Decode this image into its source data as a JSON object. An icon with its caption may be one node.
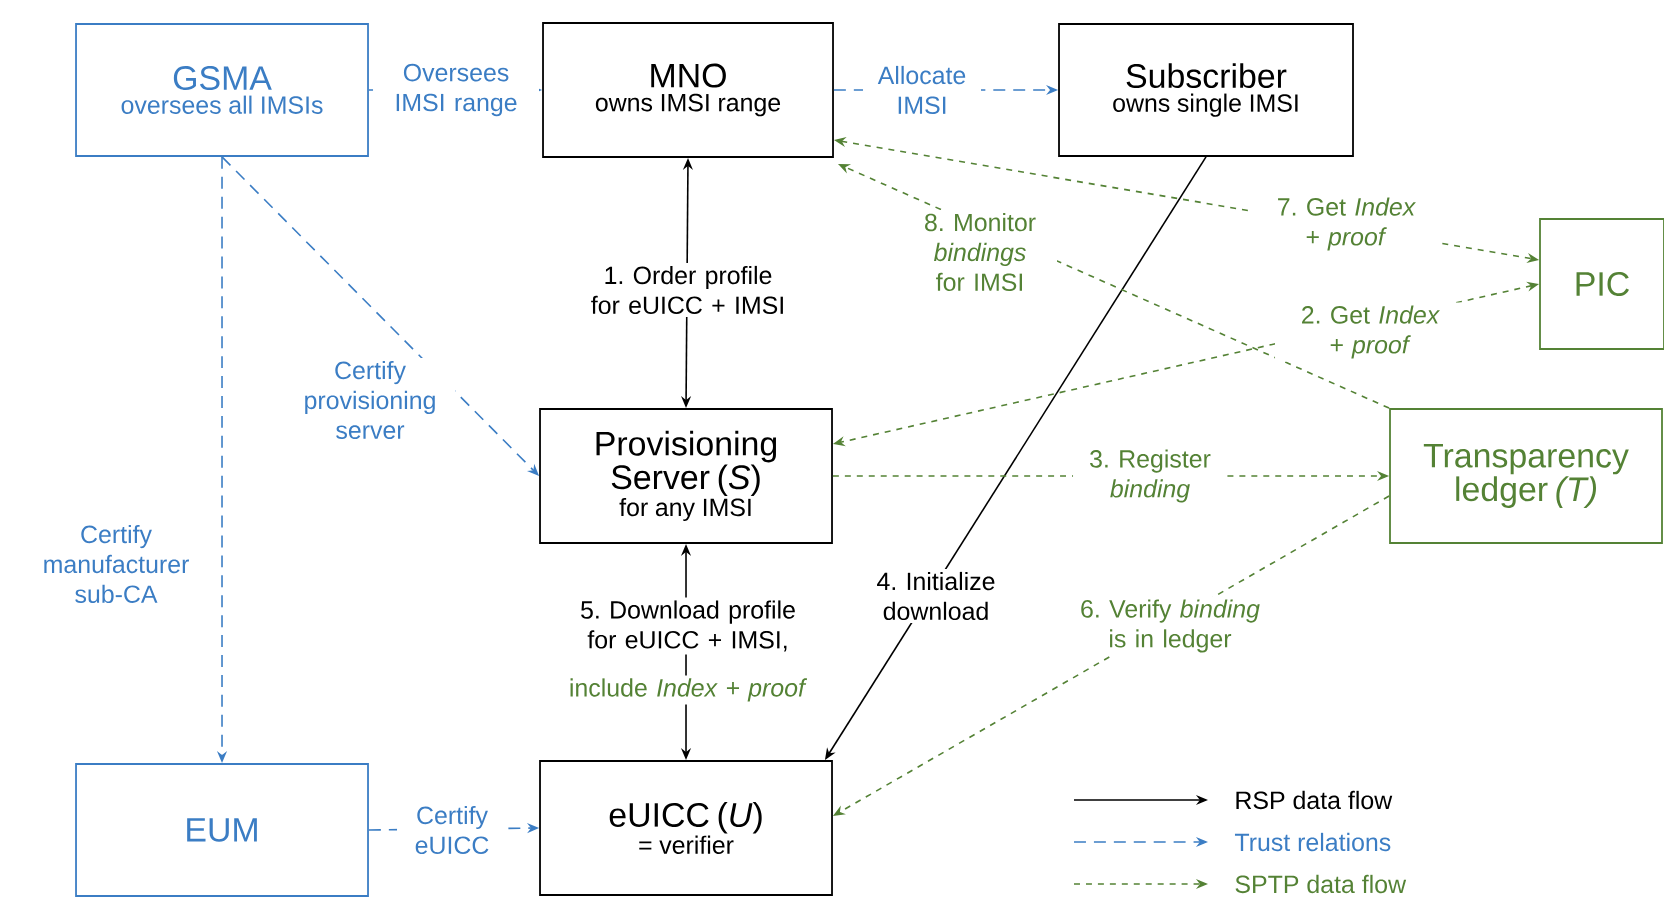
{
  "diagram": {
    "nodes": [
      {
        "text": [
          "GSMA",
          "oversees all IMSIs"
        ]
      },
      {
        "text": [
          "MNO",
          "owns IMSI range"
        ]
      },
      {
        "text": [
          "Subscriber",
          "owns single IMSI"
        ]
      },
      {
        "text": [
          "PIC"
        ]
      },
      {
        "text": [
          "Provisioning Server (*S*)",
          "for any IMSI"
        ]
      },
      {
        "text": [
          "Transparency ledger *(T)*"
        ]
      },
      {
        "text": [
          "EUM"
        ]
      },
      {
        "text": [
          "eUICC (*U*)",
          "= verifier"
        ]
      }
    ],
    "edges": [
      {
        "from": 0,
        "to": 1,
        "arrow": "to",
        "label": "Oversees IMSI range",
        "style": "dashed",
        "color": "#3b7dc4"
      },
      {
        "from": 1,
        "to": 2,
        "arrow": "to",
        "label": "Allocate IMSI",
        "style": "dashed",
        "color": "#3b7dc4"
      },
      {
        "from": 0,
        "to": 4,
        "arrow": "to",
        "label": "Certify provisioning server",
        "style": "dashed",
        "color": "#3b7dc4"
      },
      {
        "from": 0,
        "to": 6,
        "arrow": "to",
        "label": "Certify manufacturer sub-CA",
        "style": "dashed",
        "color": "#3b7dc4"
      },
      {
        "from": 6,
        "to": 7,
        "arrow": "to",
        "label": "Certify eUICC",
        "style": "dashed",
        "color": "#3b7dc4"
      },
      {
        "from": 1,
        "to": 4,
        "arrow": "both",
        "label": "1. Order profile for eUICC + IMSI",
        "color": "#000000"
      },
      {
        "from": 4,
        "to": 7,
        "arrow": "both",
        "label": "5. Download profile for eUICC + IMSI,",
        "color": "#000000"
      },
      {
        "from": 2,
        "to": 7,
        "arrow": "to",
        "label": "4. Initialize download",
        "color": "#000000"
      },
      {
        "from": 3,
        "to": 4,
        "arrow": "both",
        "label": "2. Get *Index + proof*",
        "style": "dashed",
        "color": "#548235"
      },
      {
        "from": 1,
        "to": 3,
        "arrow": "both",
        "label": "7. Get *Index + proof*",
        "style": "dashed",
        "color": "#548235"
      },
      {
        "from": 4,
        "to": 5,
        "arrow": "to",
        "label": "3. Register *binding*",
        "style": "dashed",
        "color": "#548235"
      },
      {
        "from": 5,
        "to": 1,
        "arrow": "to",
        "label": "8. Monitor *bindings* for IMSI",
        "style": "dashed",
        "color": "#548235"
      },
      {
        "from": 5,
        "to": 7,
        "arrow": "to",
        "label": "6. Verify *binding* is in ledger",
        "style": "dashed",
        "color": "#548235"
      }
    ],
    "labels": [
      "include *Index + proof*"
    ],
    "legend": [
      {
        "text": "RSP data flow"
      },
      {
        "text": "Trust relations"
      },
      {
        "text": "SPTP data flow"
      }
    ]
  }
}
